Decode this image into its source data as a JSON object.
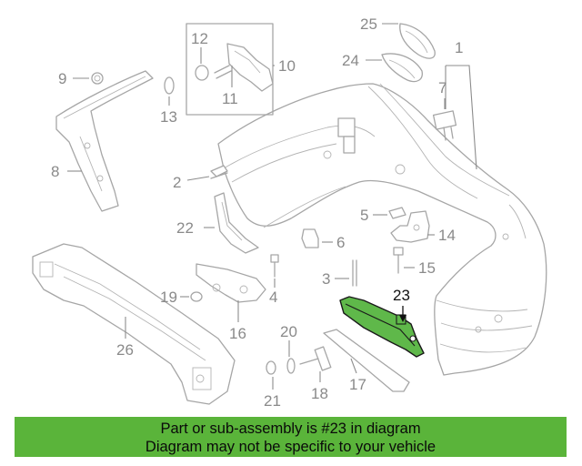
{
  "callouts": {
    "c1": "1",
    "c2": "2",
    "c3": "3",
    "c4": "4",
    "c5": "5",
    "c6": "6",
    "c7": "7",
    "c8": "8",
    "c9": "9",
    "c10": "10",
    "c11": "11",
    "c12": "12",
    "c13": "13",
    "c14": "14",
    "c15": "15",
    "c16": "16",
    "c17": "17",
    "c18": "18",
    "c19": "19",
    "c20": "20",
    "c21": "21",
    "c22": "22",
    "c23": "23",
    "c24": "24",
    "c25": "25",
    "c26": "26"
  },
  "highlighted_part": "23",
  "colors": {
    "highlight": "#5fb84a",
    "banner": "#5ab43a",
    "line_art": "#a6a6a6"
  },
  "banner": {
    "line1": "Part or sub-assembly is #23 in diagram",
    "line2": "Diagram may not be specific to your vehicle"
  }
}
